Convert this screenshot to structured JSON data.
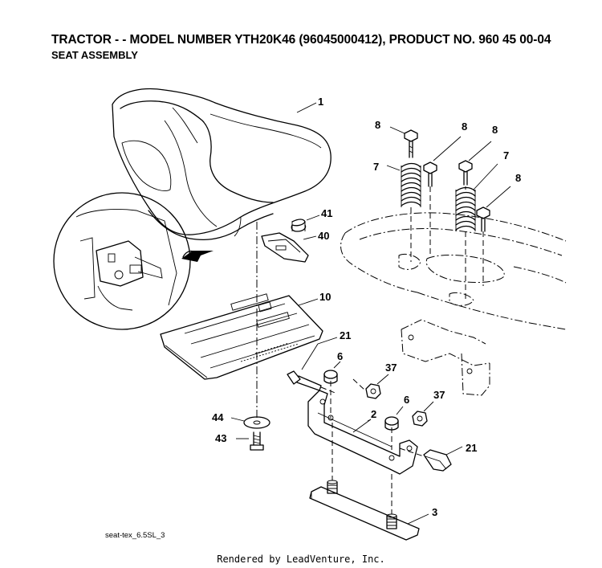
{
  "header": {
    "title": "TRACTOR - - MODEL NUMBER YTH20K46 (96045000412), PRODUCT NO. 960 45 00-04",
    "subtitle": "SEAT ASSEMBLY"
  },
  "callouts": {
    "c1": "1",
    "c8a": "8",
    "c8b": "8",
    "c8c": "8",
    "c8d": "8",
    "c7a": "7",
    "c7b": "7",
    "c41": "41",
    "c40": "40",
    "c10": "10",
    "c21a": "21",
    "c6a": "6",
    "c37a": "37",
    "c6b": "6",
    "c37b": "37",
    "c2": "2",
    "c21b": "21",
    "c44": "44",
    "c43": "43",
    "c3": "3"
  },
  "footer": {
    "diagram_code": "seat-tex_6.5SL_3",
    "credit": "Rendered by LeadVenture, Inc."
  }
}
